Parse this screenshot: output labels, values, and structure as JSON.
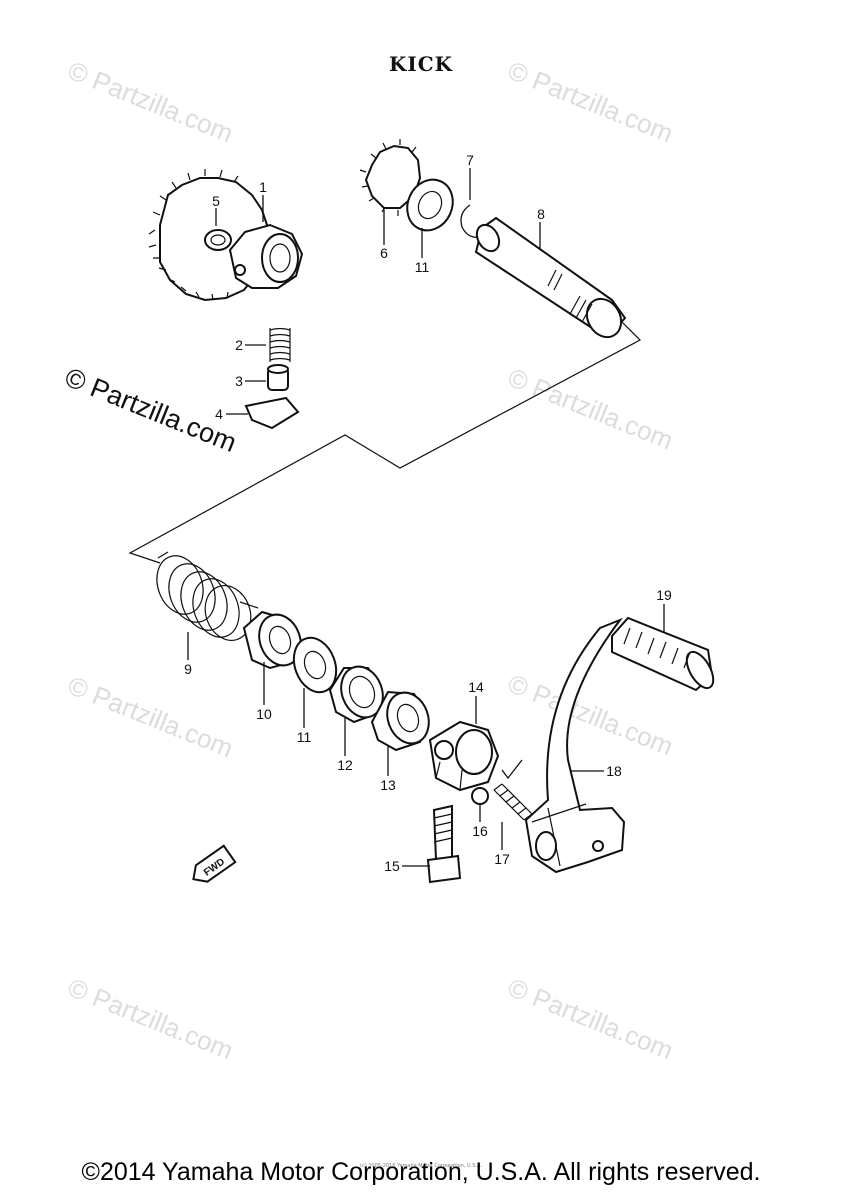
{
  "title": "KICK",
  "footer": {
    "copyright": "©2014 Yamaha Motor Corporation, U.S.A. All rights reserved.",
    "small_notice": "(c) 2005-2016 Yamaha Motor Corporation, U.S.A."
  },
  "watermark": "© Partzilla.com",
  "direction_badge": "FWD",
  "callouts": [
    {
      "number": "1"
    },
    {
      "number": "2"
    },
    {
      "number": "3"
    },
    {
      "number": "4"
    },
    {
      "number": "5"
    },
    {
      "number": "6"
    },
    {
      "number": "7"
    },
    {
      "number": "8"
    },
    {
      "number": "11"
    },
    {
      "number": "9"
    },
    {
      "number": "10"
    },
    {
      "number": "11"
    },
    {
      "number": "12"
    },
    {
      "number": "13"
    },
    {
      "number": "14"
    },
    {
      "number": "15"
    },
    {
      "number": "16"
    },
    {
      "number": "17"
    },
    {
      "number": "18"
    },
    {
      "number": "19"
    }
  ]
}
